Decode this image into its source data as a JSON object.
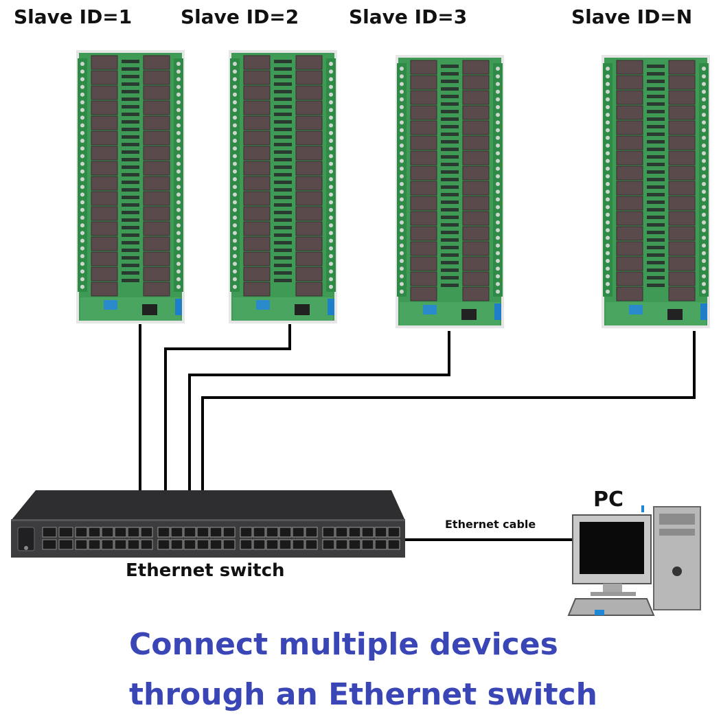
{
  "slaves": [
    {
      "label": "Slave ID=1"
    },
    {
      "label": "Slave ID=2"
    },
    {
      "label": "Slave ID=3"
    },
    {
      "label": "Slave ID=N"
    }
  ],
  "switch": {
    "caption": "Ethernet switch"
  },
  "pc": {
    "label": "PC"
  },
  "cable": {
    "label": "Ethernet cable"
  },
  "headline": {
    "line1": "Connect multiple devices",
    "line2": "through an Ethernet switch"
  },
  "colors": {
    "board_green": "#3f9a55",
    "relay_body": "#5a4a4c",
    "terminal_green": "#2f8a45",
    "headline_blue": "#3a46b5",
    "wire": "#000000",
    "switch_body": "#3a3a3c"
  }
}
